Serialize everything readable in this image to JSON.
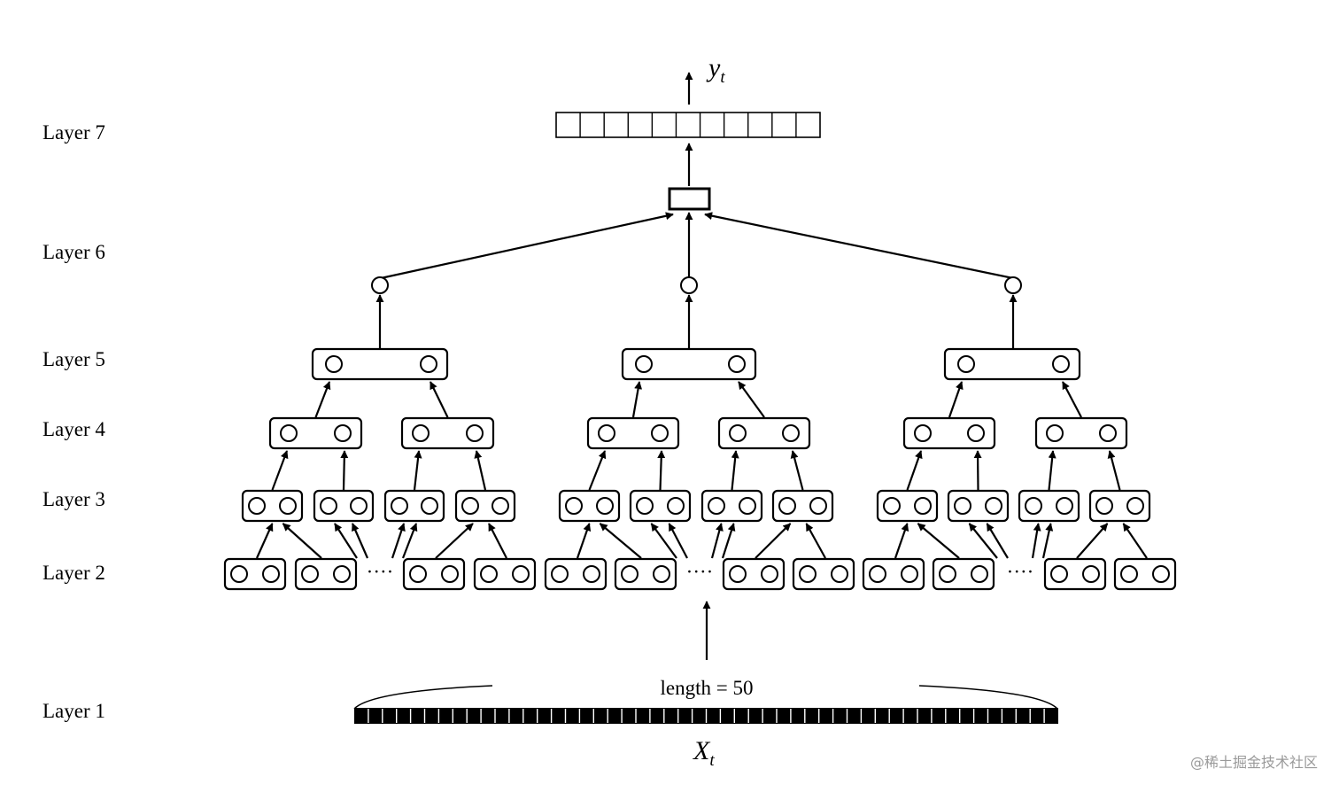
{
  "layers": [
    "Layer 7",
    "Layer 6",
    "Layer 5",
    "Layer 4",
    "Layer 3",
    "Layer 2",
    "Layer 1"
  ],
  "output": {
    "symbol": "y",
    "subscript": "t"
  },
  "input": {
    "symbol": "X",
    "subscript": "t"
  },
  "length_label": "length = 50",
  "ellipsis": "····",
  "watermark": "@稀土掘金技术社区",
  "input_cells": 50,
  "output_cells": 11,
  "colors": {
    "stroke": "#000000",
    "watermark": "#9a9a9a"
  }
}
